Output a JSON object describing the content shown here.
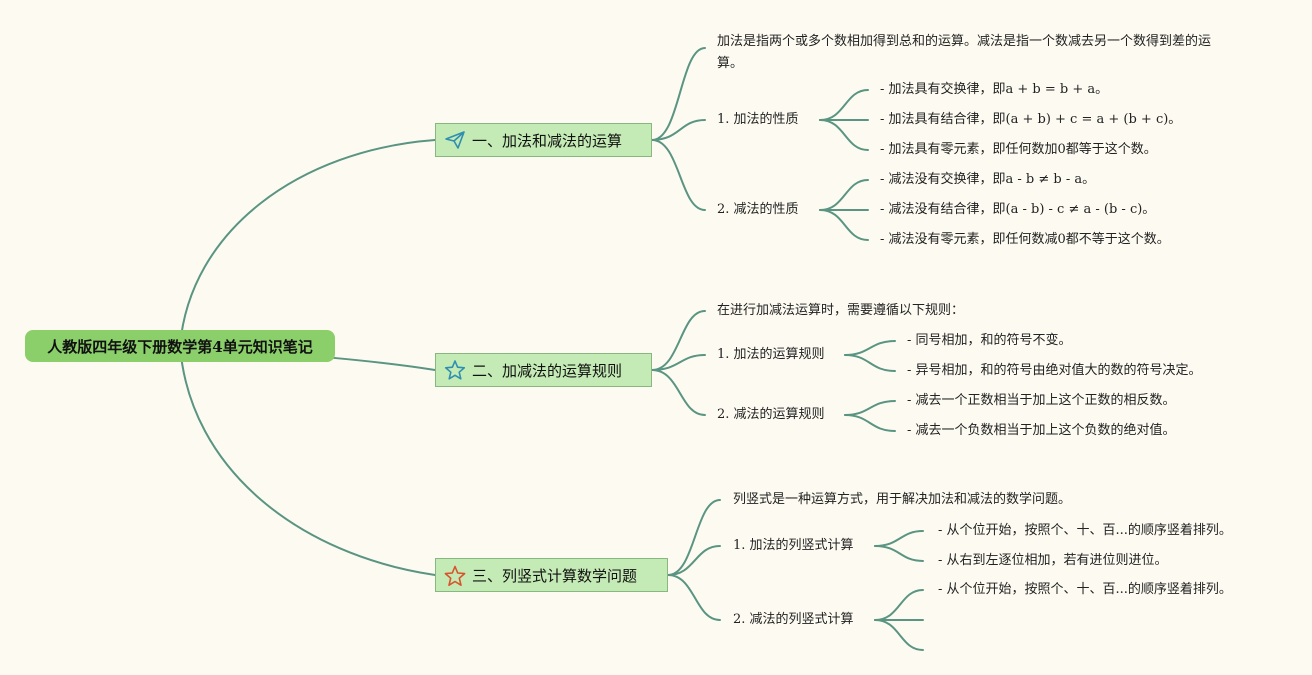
{
  "root": {
    "title": "人教版四年级下册数学第4单元知识笔记"
  },
  "topics": [
    {
      "title": "一、加法和减法的运算",
      "icon": "paper-plane-icon",
      "intro": "加法是指两个或多个数相加得到总和的运算。减法是指一个数减去另一个数得到差的运算。",
      "sub": [
        {
          "label": "1. 加法的性质",
          "items": [
            "- 加法具有交换律，即a + b = b + a。",
            "- 加法具有结合律，即(a + b) + c = a + (b + c)。",
            "- 加法具有零元素，即任何数加0都等于这个数。"
          ]
        },
        {
          "label": "2. 减法的性质",
          "items": [
            "- 减法没有交换律，即a - b ≠ b - a。",
            "- 减法没有结合律，即(a - b) - c ≠ a - (b - c)。",
            "- 减法没有零元素，即任何数减0都不等于这个数。"
          ]
        }
      ]
    },
    {
      "title": "二、加减法的运算规则",
      "icon": "star-outline-blue-icon",
      "intro": "在进行加减法运算时，需要遵循以下规则：",
      "sub": [
        {
          "label": "1. 加法的运算规则",
          "items": [
            "- 同号相加，和的符号不变。",
            "- 异号相加，和的符号由绝对值大的数的符号决定。"
          ]
        },
        {
          "label": "2. 减法的运算规则",
          "items": [
            "- 减去一个正数相当于加上这个正数的相反数。",
            "- 减去一个负数相当于加上这个负数的绝对值。"
          ]
        }
      ]
    },
    {
      "title": "三、列竖式计算数学问题",
      "icon": "star-outline-red-icon",
      "intro": "列竖式是一种运算方式，用于解决加法和减法的数学问题。",
      "sub": [
        {
          "label": "1. 加法的列竖式计算",
          "items": [
            "- 从个位开始，按照个、十、百...的顺序竖着排列。",
            "- 从右到左逐位相加，若有进位则进位。"
          ]
        },
        {
          "label": "2. 减法的列竖式计算",
          "items": [
            "- 从个位开始，按照个、十、百...的顺序竖着排列。",
            "",
            ""
          ]
        }
      ]
    }
  ],
  "colors": {
    "background": "#fdfbf1",
    "root": "#8bcf6a",
    "topic": "#c4ebb5",
    "line": "#5a9482"
  }
}
